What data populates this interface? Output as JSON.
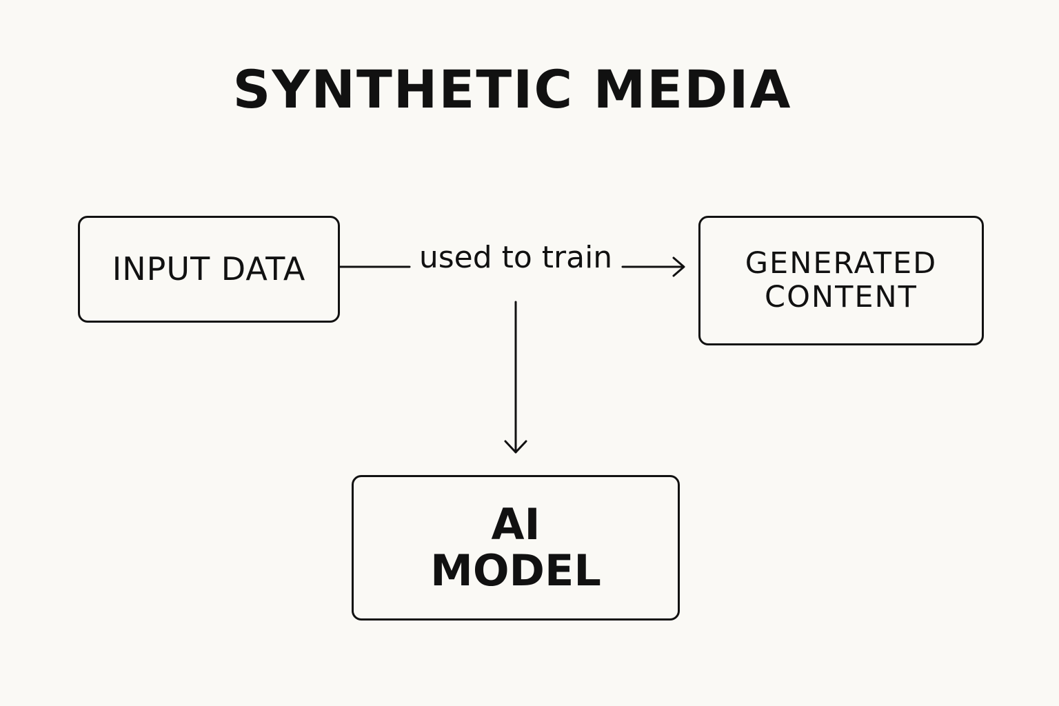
{
  "diagram": {
    "title": "SYNTHETIC MEDIA",
    "nodes": {
      "input": {
        "lines": [
          "INPUT DATA"
        ]
      },
      "output": {
        "lines": [
          "GENERATED",
          "CONTENT"
        ]
      },
      "model": {
        "lines": [
          "AI",
          "MODEL"
        ]
      }
    },
    "edges": {
      "train": {
        "label": "used to train",
        "from": "input",
        "to": [
          "output",
          "model"
        ]
      }
    }
  },
  "colors": {
    "background": "#faf9f5",
    "ink": "#111111"
  }
}
